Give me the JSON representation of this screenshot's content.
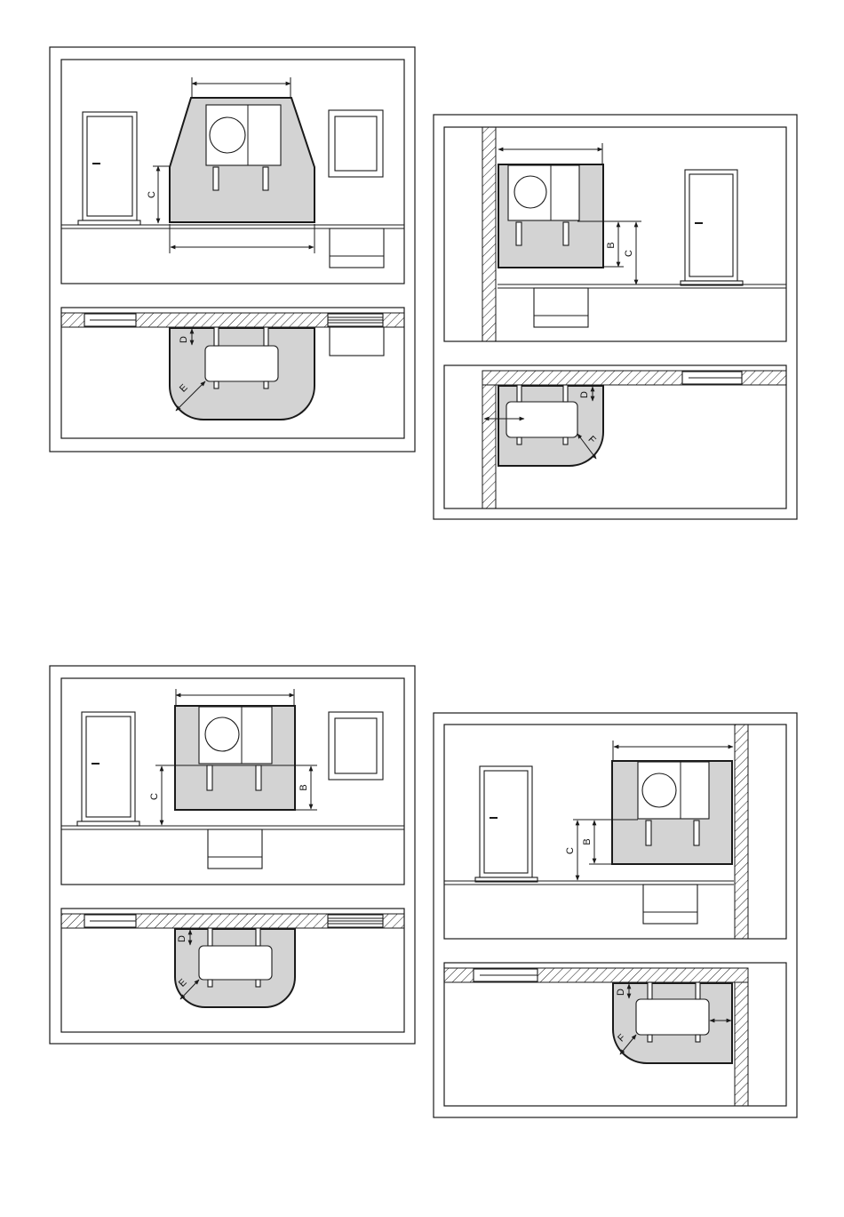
{
  "colors": {
    "zone": "#d3d3d3",
    "ink": "#1a1a1a",
    "paper": "#ffffff"
  },
  "labels": {
    "b": "B",
    "c": "C",
    "d": "D",
    "e": "E",
    "f": "F"
  },
  "panels": [
    {
      "id": "freestanding-trapezoid",
      "elevation_labels": [
        "C"
      ],
      "plan_labels": [
        "D",
        "E"
      ]
    },
    {
      "id": "left-wall-mounted",
      "elevation_labels": [
        "B",
        "C"
      ],
      "plan_labels": [
        "D",
        "F"
      ]
    },
    {
      "id": "freestanding-rectangular",
      "elevation_labels": [
        "C",
        "B"
      ],
      "plan_labels": [
        "D",
        "E"
      ]
    },
    {
      "id": "right-wall-mounted",
      "elevation_labels": [
        "C",
        "B"
      ],
      "plan_labels": [
        "D",
        "F"
      ]
    }
  ]
}
